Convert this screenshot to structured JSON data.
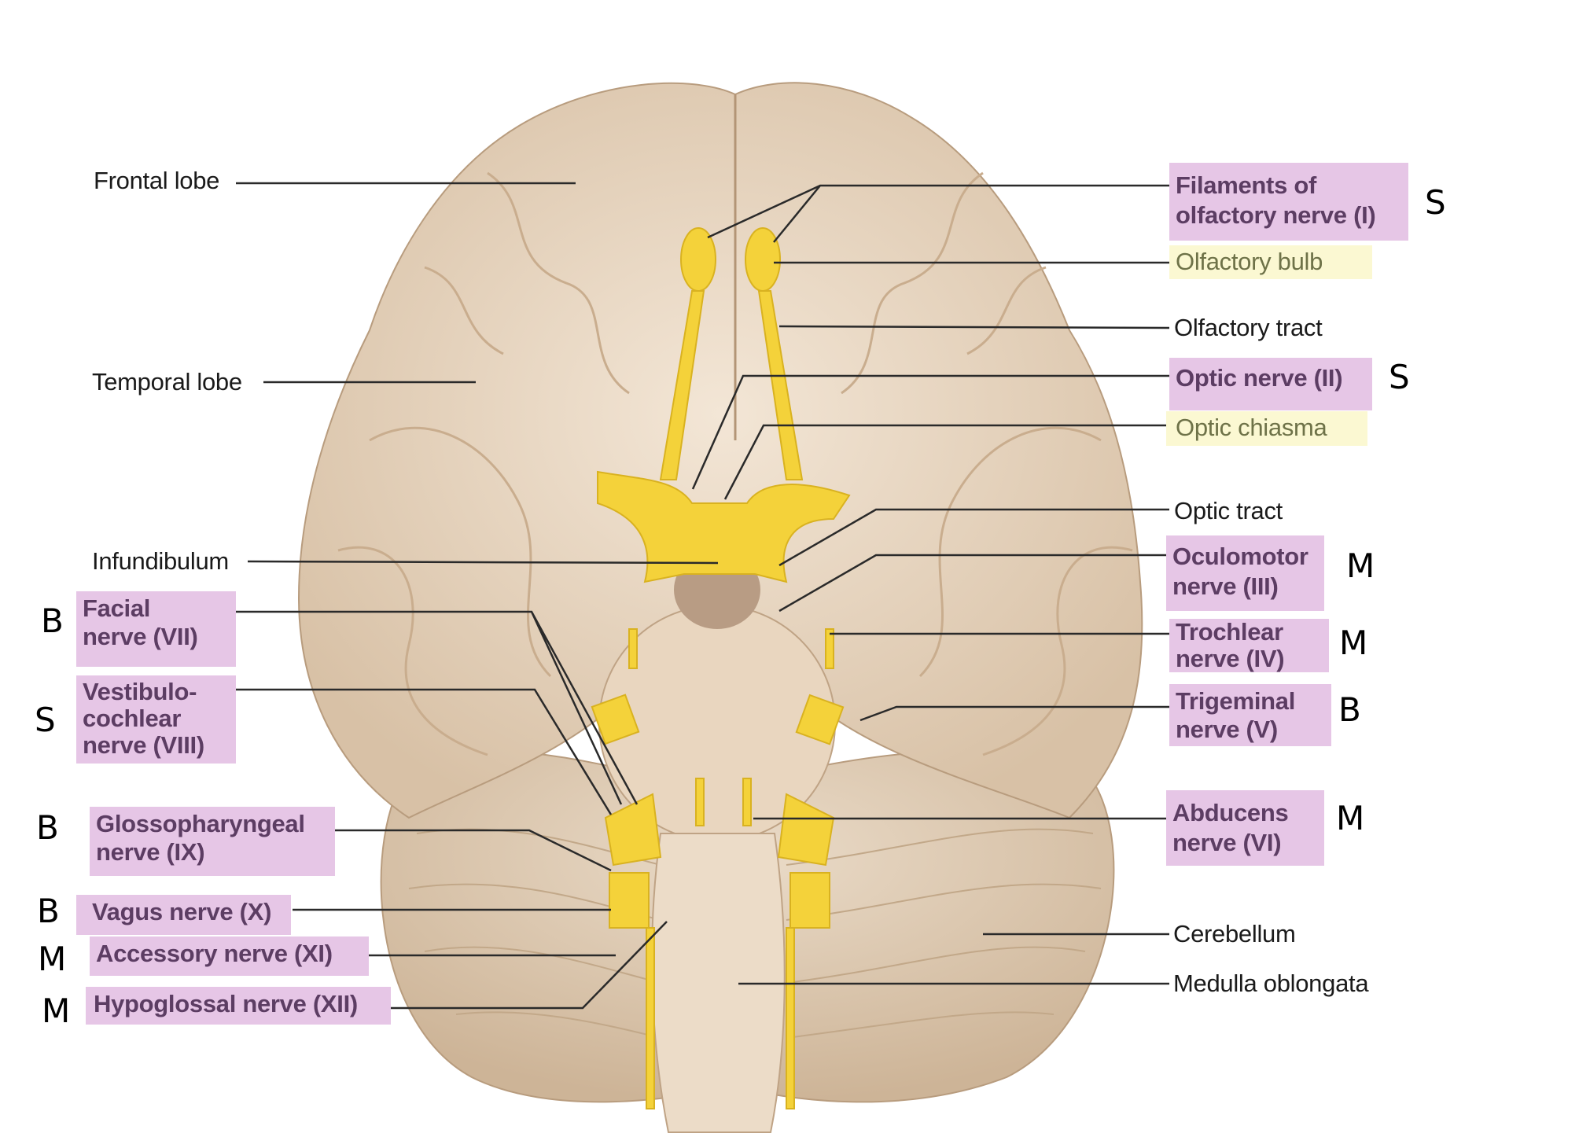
{
  "colors": {
    "nerve_highlight": "#e6c6e6",
    "structure_highlight": "#fbf8d2",
    "nerve_yellow": "#f4d23a",
    "brain": "#e8d8c4"
  },
  "left_labels": {
    "frontal_lobe": "Frontal lobe",
    "temporal_lobe": "Temporal lobe",
    "infundibulum": "Infundibulum",
    "facial": "Facial nerve (VII)",
    "vestibulocochlear_1": "Vestibulo-",
    "vestibulocochlear_2": "cochlear",
    "vestibulocochlear_3": "nerve (VIII)",
    "glossopharyngeal_1": "Glossopharyngeal",
    "glossopharyngeal_2": "nerve (IX)",
    "vagus": "Vagus nerve (X)",
    "accessory": "Accessory nerve (XI)",
    "hypoglossal": "Hypoglossal nerve (XII)"
  },
  "facial_lines": [
    "Facial",
    "nerve (VII)"
  ],
  "right_labels": {
    "filaments_1": "Filaments of",
    "filaments_2": "olfactory nerve (I)",
    "olfactory_bulb": "Olfactory bulb",
    "olfactory_tract": "Olfactory tract",
    "optic_nerve": "Optic nerve (II)",
    "optic_chiasma": "Optic chiasma",
    "optic_tract": "Optic tract",
    "oculomotor_1": "Oculomotor",
    "oculomotor_2": "nerve (III)",
    "trochlear_1": "Trochlear",
    "trochlear_2": "nerve (IV)",
    "trigeminal_1": "Trigeminal",
    "trigeminal_2": "nerve (V)",
    "abducens_1": "Abducens",
    "abducens_2": "nerve (VI)",
    "cerebellum": "Cerebellum",
    "medulla": "Medulla oblongata"
  },
  "nerve_types": {
    "olfactory": "S",
    "optic": "S",
    "oculomotor": "M",
    "trochlear": "M",
    "trigeminal": "B",
    "abducens": "M",
    "facial": "B",
    "vestibulocochlear": "S",
    "glossopharyngeal": "B",
    "vagus": "B",
    "accessory": "M",
    "hypoglossal": "M"
  }
}
